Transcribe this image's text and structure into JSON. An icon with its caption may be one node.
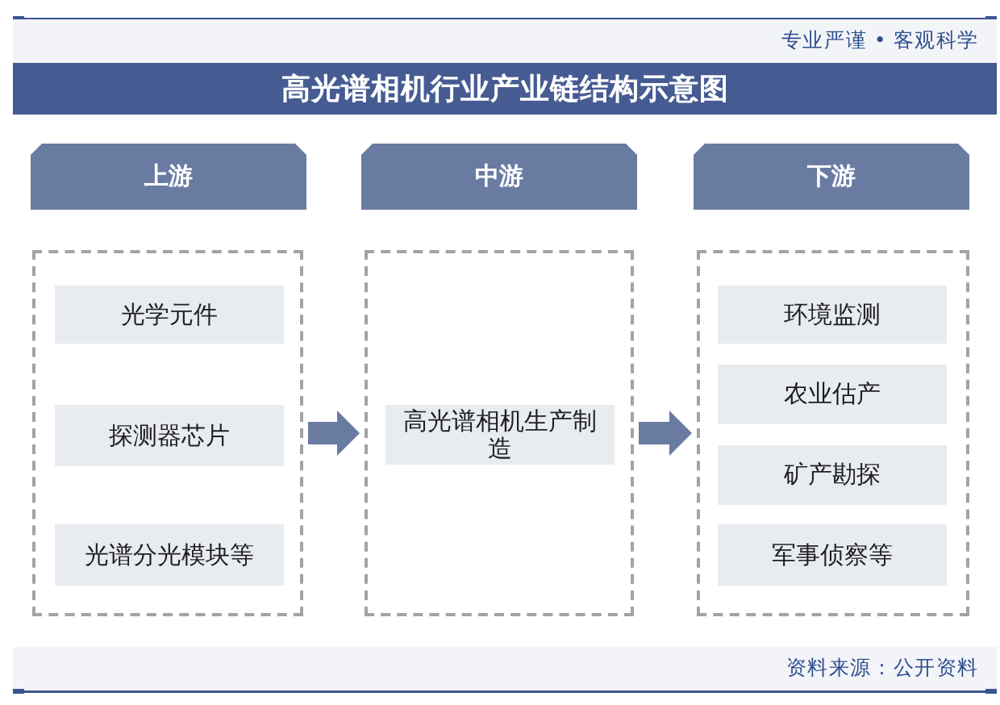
{
  "diagram": {
    "title": "高光谱相机行业产业链结构示意图",
    "nodes": [
      {
        "text": [
          "上游"
        ]
      },
      {
        "text": [
          "中游"
        ]
      },
      {
        "text": [
          "下游"
        ]
      },
      {
        "text": [],
        "shape": "box"
      },
      {
        "text": [
          "光学元件"
        ],
        "in": 3
      },
      {
        "text": [
          "探测器芯片"
        ],
        "in": 3
      },
      {
        "text": [
          "光谱分光模块等"
        ],
        "in": 3
      },
      {
        "text": [],
        "shape": "box"
      },
      {
        "text": [
          "高光谱相机生产制造"
        ],
        "in": 7
      },
      {
        "text": [],
        "shape": "box"
      },
      {
        "text": [
          "环境监测"
        ],
        "in": 9
      },
      {
        "text": [
          "农业估产"
        ],
        "in": 9
      },
      {
        "text": [
          "矿产勘探"
        ],
        "in": 9
      },
      {
        "text": [
          "军事侦察等"
        ],
        "in": 9
      }
    ],
    "edges": [
      {
        "from": 3,
        "to": 7,
        "arrow": "to"
      },
      {
        "from": 7,
        "to": 9,
        "arrow": "to"
      }
    ],
    "labels": [
      "专业严谨 • 客观科学",
      "资料来源：公开资料"
    ]
  }
}
